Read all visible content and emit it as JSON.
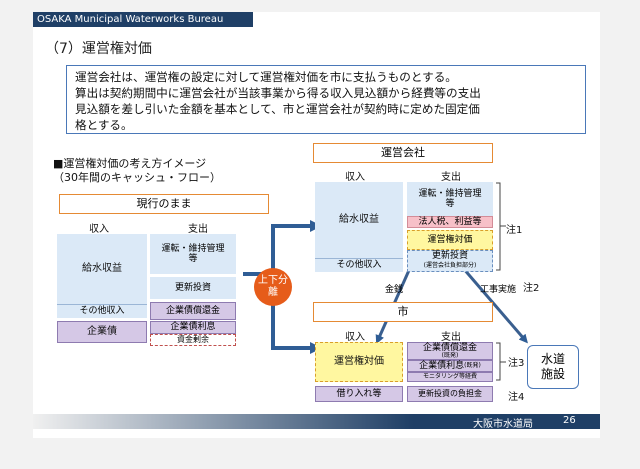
{
  "header": {
    "title": "OSAKA Municipal Waterworks Bureau"
  },
  "page_title": "（7）運営権対価",
  "summary": {
    "lines": [
      "運営会社は、運営権の設定に対して運営権対価を市に支払うものとする。",
      "算出は契約期間中に運営会社が当該事業から得る収入見込額から経費等の支出",
      "見込額を差し引いた金額を基本として、市と運営会社が契約時に定めた固定価",
      "格とする。"
    ]
  },
  "image_heading": {
    "line1": "■運営権対価の考え方イメージ",
    "line2": "（30年間のキャッシュ・フロー）"
  },
  "current": {
    "title": "現行のまま",
    "income_header": "収入",
    "expense_header": "支出",
    "water_revenue": "給水収益",
    "other_income": "その他収入",
    "bonds": "企業債",
    "om": "運転・維持管理等",
    "renewal": "更新投資",
    "bond_repay": "企業債償還金",
    "bond_interest": "企業債利息",
    "surplus": "資金剰余"
  },
  "separation": {
    "label": "上下分離"
  },
  "company": {
    "title": "運営会社",
    "income_header": "収入",
    "expense_header": "支出",
    "water_revenue": "給水収益",
    "other_income": "その他収入",
    "om": "運転・維持管理等",
    "tax_profit": "法人税、利益等",
    "concession_fee": "運営権対価",
    "renewal": "更新投資",
    "renewal_note": "(運営会社負担部分)",
    "note1": "注1"
  },
  "flows": {
    "money": "金銭",
    "works": "工事実施",
    "note2": "注2"
  },
  "city": {
    "title": "市",
    "income_header": "収入",
    "expense_header": "支出",
    "concession_fee": "運営権対価",
    "bond_repay": "企業債償還金",
    "bond_repay_note": "(既発)",
    "bond_interest": "企業債利息",
    "bond_interest_note": "(既発)",
    "monitoring": "モニタリング等経費",
    "borrowing": "借り入れ等",
    "renewal_share": "更新投資の負担金",
    "note3": "注3",
    "note4": "注4"
  },
  "facility": {
    "label": "水道施設"
  },
  "footer": {
    "org": "大阪市水道局",
    "page": "26"
  },
  "colors": {
    "navy": "#1f3f66",
    "accent_blue": "#4a78b8",
    "orange": "#e58a34",
    "arrow": "#2f5d95"
  }
}
